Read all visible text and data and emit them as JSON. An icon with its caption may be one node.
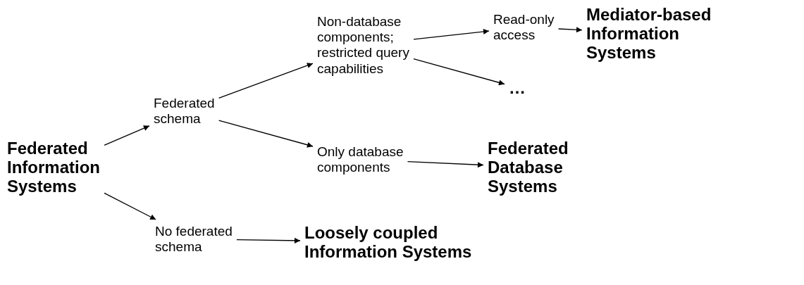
{
  "diagram": {
    "nodes": [
      {
        "text": [
          "Federated Information Systems"
        ]
      },
      {
        "text": [
          "Federated schema"
        ]
      },
      {
        "text": [
          "Non-database components; restricted query capabilities"
        ]
      },
      {
        "text": [
          "Read-only access"
        ]
      },
      {
        "text": [
          "Mediator-based Information Systems"
        ]
      },
      {
        "text": [
          "…"
        ]
      },
      {
        "text": [
          "Only database components"
        ]
      },
      {
        "text": [
          "Federated Database Systems"
        ]
      },
      {
        "text": [
          "No federated schema"
        ]
      },
      {
        "text": [
          "Loosely coupled Information Systems"
        ]
      }
    ],
    "edges": [
      {
        "from": 0,
        "to": 1,
        "arrow": "to"
      },
      {
        "from": 1,
        "to": 2,
        "arrow": "to"
      },
      {
        "from": 2,
        "to": 3,
        "arrow": "to"
      },
      {
        "from": 3,
        "to": 4,
        "arrow": "to"
      },
      {
        "from": 2,
        "to": 5,
        "arrow": "to"
      },
      {
        "from": 1,
        "to": 6,
        "arrow": "to"
      },
      {
        "from": 6,
        "to": 7,
        "arrow": "to"
      },
      {
        "from": 0,
        "to": 8,
        "arrow": "to"
      },
      {
        "from": 8,
        "to": 9,
        "arrow": "to"
      }
    ]
  }
}
